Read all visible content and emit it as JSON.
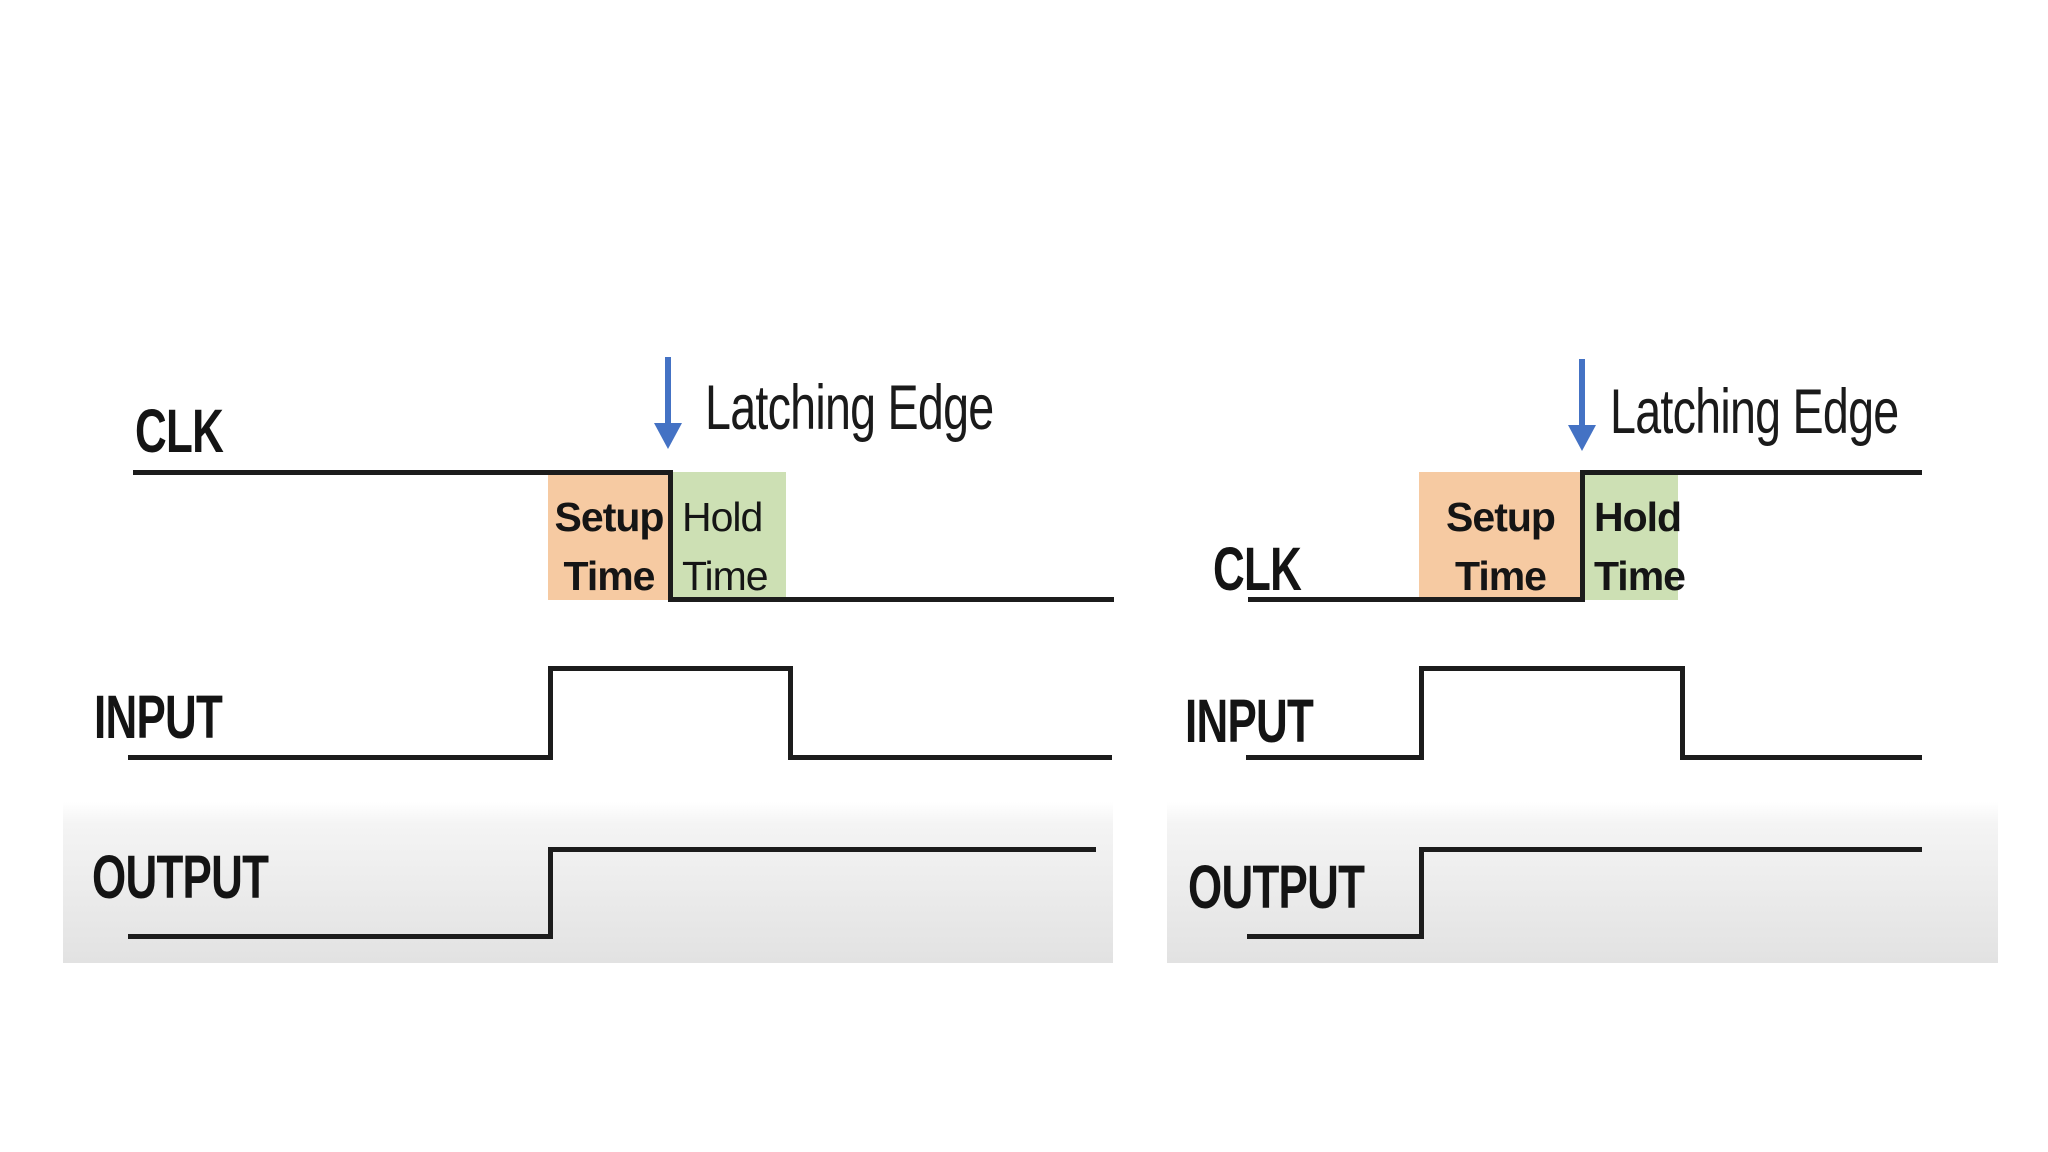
{
  "figure": {
    "description": "Setup time and hold time timing diagrams around a clock latching edge",
    "colors": {
      "waveform_line": "#1c1c1c",
      "setup_box": "#f6caa2",
      "hold_box": "#cde0b4",
      "arrow": "#4472c4",
      "band_bottom": "#e2e2e2"
    },
    "panels": [
      {
        "edge_type": "falling",
        "clk_label": "CLK",
        "input_label": "INPUT",
        "output_label": "OUTPUT",
        "latching_edge_label": "Latching Edge",
        "setup_line1": "Setup",
        "setup_line2": "Time",
        "hold_line1": "Hold",
        "hold_line2": "Time"
      },
      {
        "edge_type": "rising",
        "clk_label": "CLK",
        "input_label": "INPUT",
        "output_label": "OUTPUT",
        "latching_edge_label": "Latching Edge",
        "setup_line1": "Setup",
        "setup_line2": "Time",
        "hold_line1": "Hold",
        "hold_line2": "Time"
      }
    ]
  }
}
